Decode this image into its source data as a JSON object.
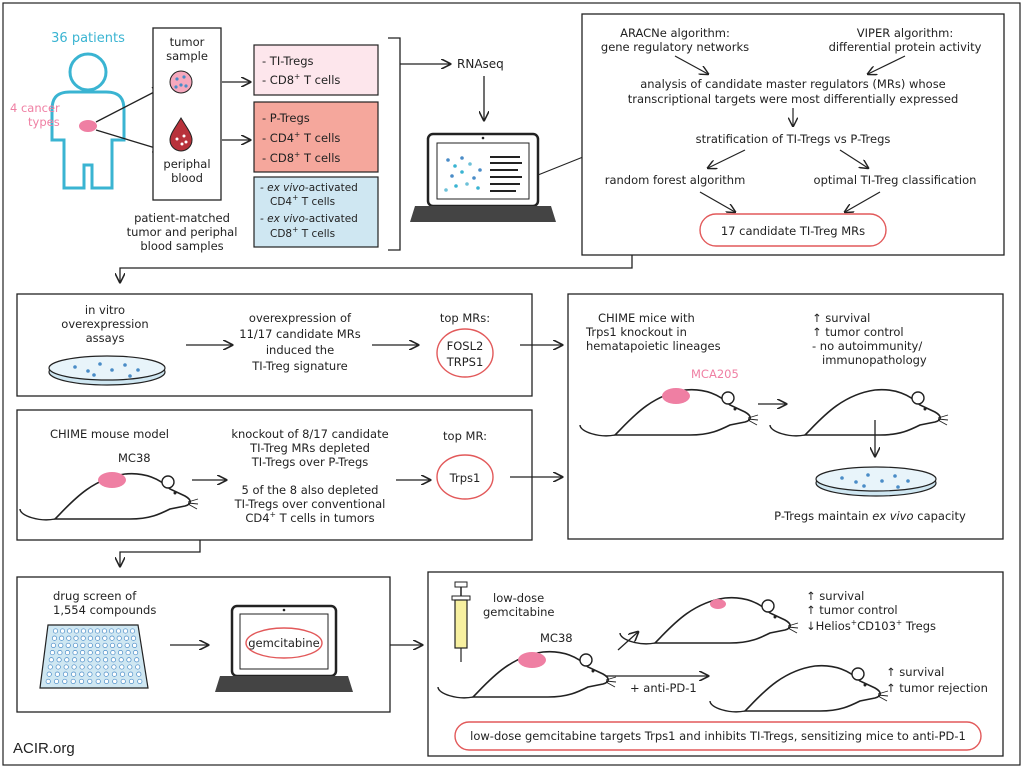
{
  "footer": {
    "org": "ACIR.org"
  },
  "colors": {
    "cyan": "#3ab4d2",
    "pink": "#ef7fa3",
    "pink_light": "#fde6ec",
    "salmon": "#f5a79c",
    "blue_light": "#cfe7f2",
    "red_drop": "#b8323b",
    "oval_red": "#e2595a",
    "dot_blue": "#4a8cc7"
  },
  "step1": {
    "patients": "36 patients",
    "cancer_types_1": "4 cancer",
    "cancer_types_2": "types",
    "tumor_sample_1": "tumor",
    "tumor_sample_2": "sample",
    "blood_1": "periphal",
    "blood_2": "blood",
    "caption_1": "patient-matched",
    "caption_2": "tumor and periphal",
    "caption_3": "blood samples",
    "box_tumor": [
      "- TI-Tregs",
      "- CD8",
      "T cells"
    ],
    "box_blood": [
      "- P-Tregs",
      "- CD4",
      "T cells",
      "- CD8",
      "T cells"
    ],
    "box_exvivo": [
      "- ex vivo",
      "-activated",
      "CD4",
      "T cells",
      "- ex vivo",
      "-activated",
      "CD8",
      "T cells"
    ],
    "sup_plus": "+",
    "rnaseq": "RNAseq"
  },
  "algorithms": {
    "aracne_1": "ARACNe algorithm:",
    "aracne_2": "gene regulatory networks",
    "viper_1": "VIPER algorithm:",
    "viper_2": "differential protein activity",
    "analysis_1": "analysis of candidate master regulators (MRs) whose",
    "analysis_2": "transcriptional targets were most differentially expressed",
    "stratification": "stratification of TI-Tregs vs P-Tregs",
    "random_forest": "random forest algorithm",
    "optimal": "optimal TI-Treg classification",
    "result": "17 candidate  TI-Treg MRs"
  },
  "invitro": {
    "title_1": "in vitro",
    "title_2": "overexpression",
    "title_3": "assays",
    "desc_1": "overexpression of",
    "desc_2": "11/17 candidate MRs",
    "desc_3": "induced the",
    "desc_4": "TI-Treg signature",
    "top_label": "top MRs:",
    "top_1": "FOSL2",
    "top_2": "TRPS1"
  },
  "chime": {
    "title": "CHIME  mouse model",
    "tumor": "MC38",
    "desc_1": "knockout of 8/17 candidate",
    "desc_2": "TI-Treg MRs depleted",
    "desc_3": "TI-Tregs over P-Tregs",
    "desc_4": "5 of the 8 also depleted",
    "desc_5": "TI-Tregs over conventional",
    "desc_6": "CD4",
    "desc_6b": "T cells in tumors",
    "top_label": "top MR:",
    "top_1": "Trps1"
  },
  "knockout": {
    "title_1": "CHIME mice with",
    "title_2": "Trps1 knockout in",
    "title_3": "hematapoietic lineages",
    "tumor": "MCA205",
    "outcome_1": "↑ survival",
    "outcome_2": "↑ tumor control",
    "outcome_3": "- no autoimmunity/",
    "outcome_4": "immunopathology",
    "bottom_1": "P-Tregs maintain ",
    "bottom_2": "ex vivo",
    "bottom_3": " capacity"
  },
  "drug": {
    "title_1": "drug screen of",
    "title_2": "1,554 compounds",
    "hit": "gemcitabine"
  },
  "gem": {
    "syringe_1": "low-dose",
    "syringe_2": "gemcitabine",
    "tumor": "MC38",
    "anti": "+ anti-PD-1",
    "outA_1": "↑ survival",
    "outA_2": "↑ tumor control",
    "outA_3a": "↓Helios",
    "outA_3b": "CD103",
    "outA_3c": " Tregs",
    "outB_1": "↑ survival",
    "outB_2": "↑ tumor rejection",
    "conclusion": "low-dose gemcitabine targets Trps1 and inhibits TI-Tregs, sensitizing mice to anti-PD-1"
  }
}
